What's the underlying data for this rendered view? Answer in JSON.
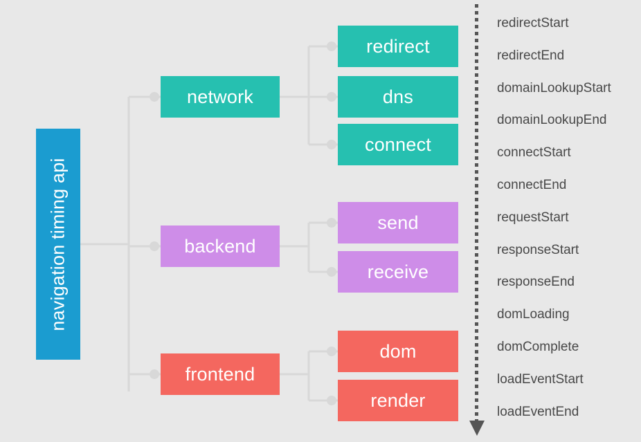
{
  "diagram": {
    "title": "navigation timing api",
    "background_color": "#e8e8e8",
    "root": {
      "label": "navigation timing api",
      "color": "#1b9cd0",
      "orientation": "vertical"
    },
    "phases": [
      {
        "label": "network",
        "color": "#26c0b0",
        "steps": [
          {
            "label": "redirect",
            "color": "#26c0b0"
          },
          {
            "label": "dns",
            "color": "#26c0b0"
          },
          {
            "label": "connect",
            "color": "#26c0b0"
          }
        ]
      },
      {
        "label": "backend",
        "color": "#ce8de8",
        "steps": [
          {
            "label": "send",
            "color": "#ce8de8"
          },
          {
            "label": "receive",
            "color": "#ce8de8"
          }
        ]
      },
      {
        "label": "frontend",
        "color": "#f4675f",
        "steps": [
          {
            "label": "dom",
            "color": "#f4675f"
          },
          {
            "label": "render",
            "color": "#f4675f"
          }
        ]
      }
    ],
    "timeline": {
      "style": "dotted",
      "color": "#555555",
      "arrow_direction": "down",
      "events": [
        "redirectStart",
        "redirectEnd",
        "domainLookupStart",
        "domainLookupEnd",
        "connectStart",
        "connectEnd",
        "requestStart",
        "responseStart",
        "responseEnd",
        "domLoading",
        "domComplete",
        "loadEventStart",
        "loadEventEnd"
      ]
    },
    "connector_color": "#d8d8d8"
  }
}
